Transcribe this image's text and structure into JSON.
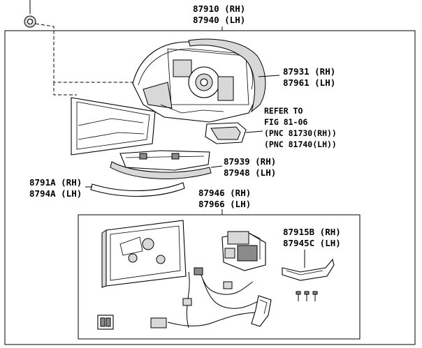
{
  "labels": {
    "main_rh": "87910 (RH)",
    "main_lh": "87940 (LH)",
    "cover_rh": "87931 (RH)",
    "cover_lh": "87961 (LH)",
    "refer_to": "REFER TO",
    "refer_fig": "FIG 81-06",
    "refer_pnc_rh": "(PNC 81730(RH))",
    "refer_pnc_lh": "(PNC 81740(LH))",
    "base_rh": "87939 (RH)",
    "base_lh": "87948 (LH)",
    "strip_rh": "8791A (RH)",
    "strip_lh": "8794A (LH)",
    "sub_rh": "87946 (RH)",
    "sub_lh": "87966 (LH)",
    "lamp_rh": "87915B (RH)",
    "lamp_lh": "87945C (LH)"
  }
}
